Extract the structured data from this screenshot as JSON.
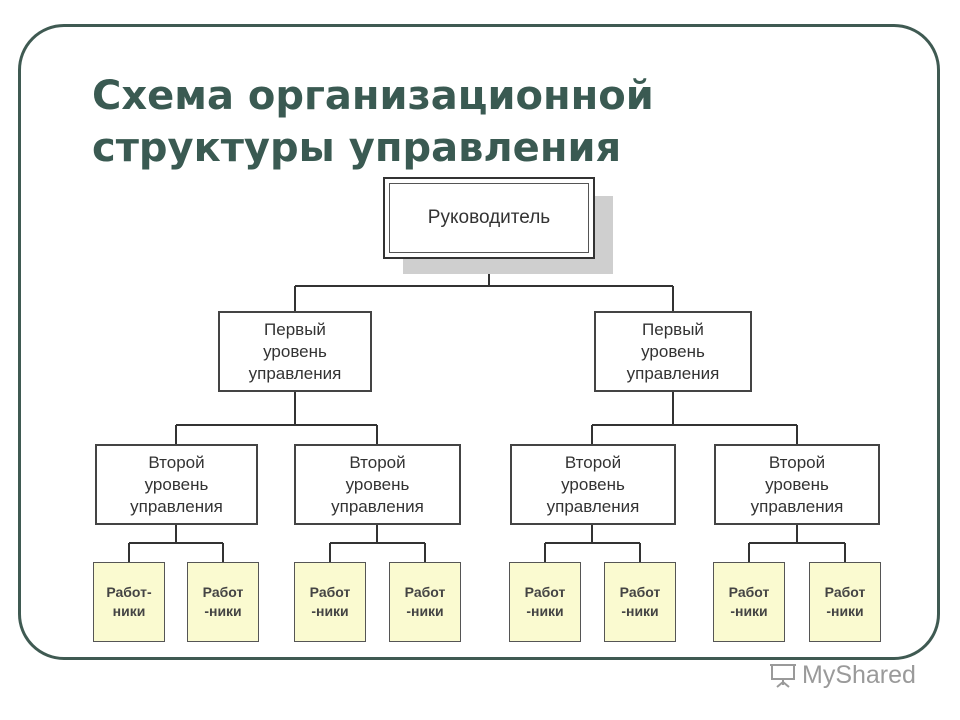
{
  "slide": {
    "title_line1": "Схема организационной",
    "title_line2": "структуры управления"
  },
  "org_chart": {
    "root": {
      "label": "Руководитель"
    },
    "first_level": [
      {
        "label": "Первый\nуровень\nуправления"
      },
      {
        "label": "Первый\nуровень\nуправления"
      }
    ],
    "second_level": [
      {
        "label": "Второй\nуровень\nуправления"
      },
      {
        "label": "Второй\nуровень\nуправления"
      },
      {
        "label": "Второй\nуровень\nуправления"
      },
      {
        "label": "Второй\nуровень\nуправления"
      }
    ],
    "workers": [
      {
        "label": "Работ-\nники"
      },
      {
        "label": "Работ\n-ники"
      },
      {
        "label": "Работ\n-ники"
      },
      {
        "label": "Работ\n-ники"
      },
      {
        "label": "Работ\n-ники"
      },
      {
        "label": "Работ\n-ники"
      },
      {
        "label": "Работ\n-ники"
      },
      {
        "label": "Работ\n-ники"
      }
    ]
  },
  "watermark": {
    "text": "MyShared",
    "icon": "presentation-board-icon"
  },
  "colors": {
    "title": "#3a5a52",
    "frame": "#3f5a52",
    "worker_fill": "#fafad0"
  }
}
